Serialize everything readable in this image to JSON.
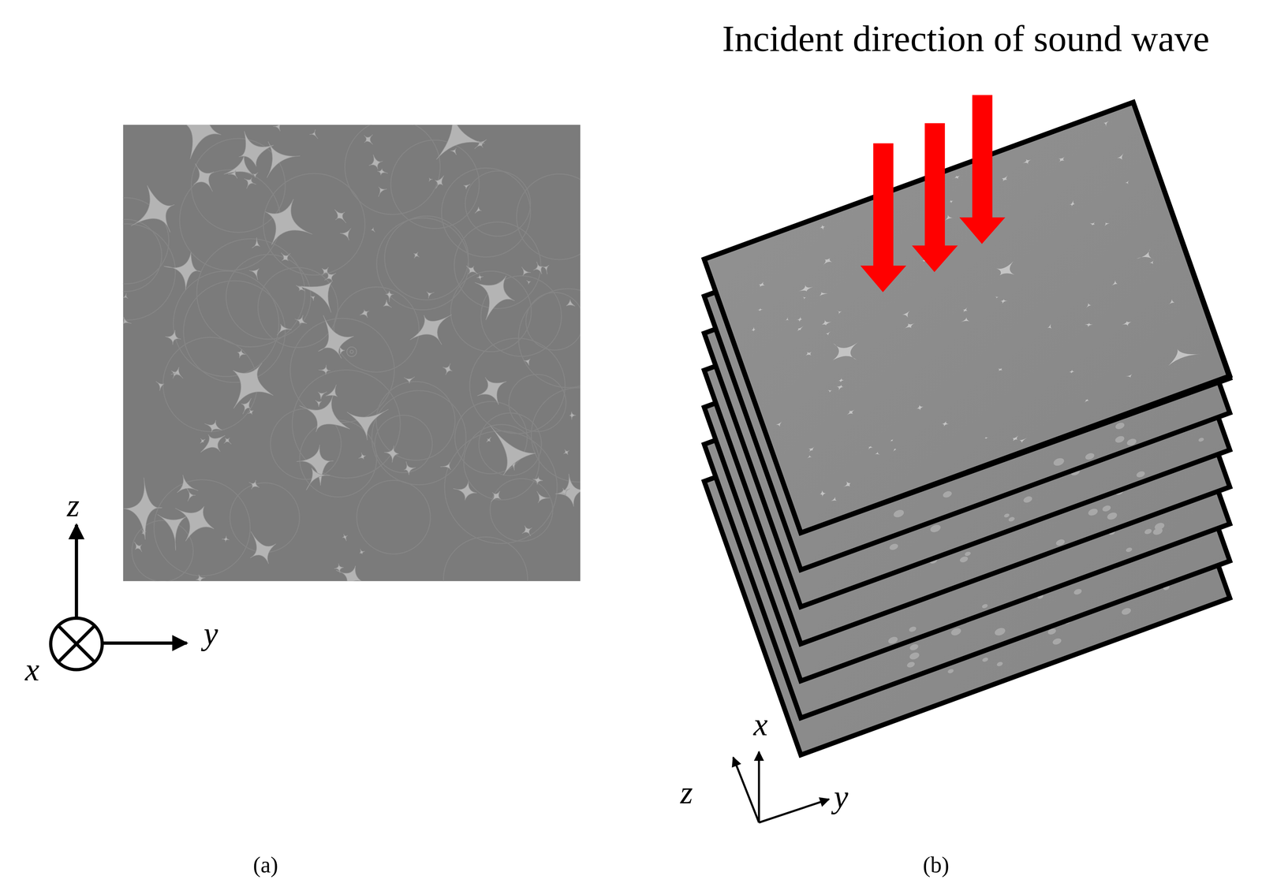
{
  "diagram": {
    "labels": [
      "Incident direction of sound wave",
      "z",
      "y",
      "x",
      "(a)",
      "x",
      "z",
      "y",
      "(b)"
    ]
  }
}
